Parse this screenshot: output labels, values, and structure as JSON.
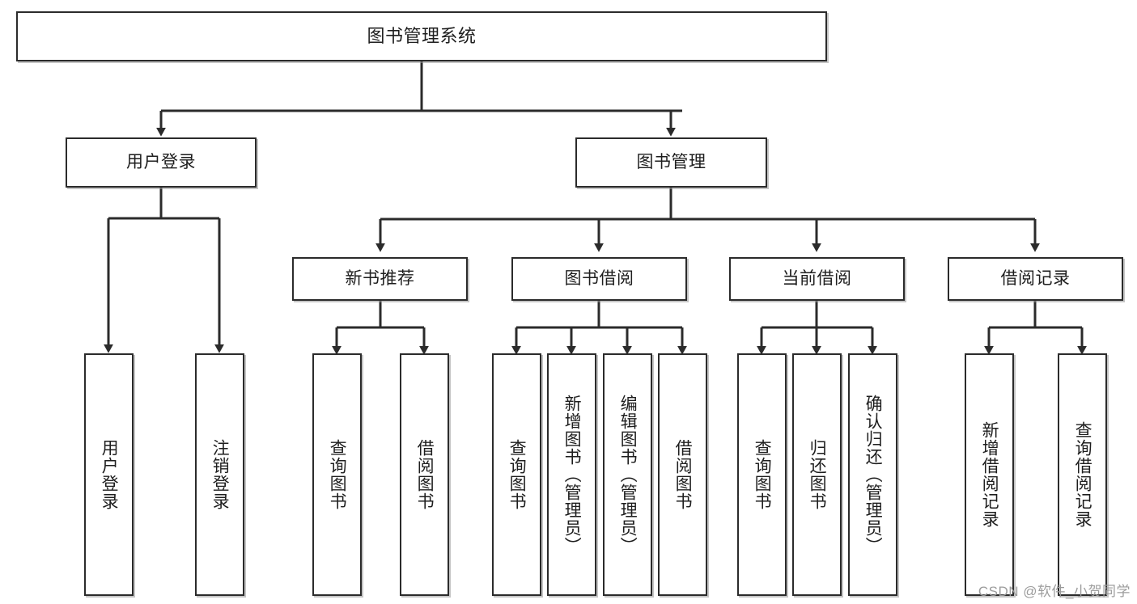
{
  "diagram": {
    "kind": "tree-hierarchy-chart",
    "title": "图书管理系统",
    "watermark": "CSDN @软件_小贺同学",
    "colors": {
      "box_border": "#2b2b2b",
      "box_fill": "#ffffff",
      "connector": "#2b2b2b",
      "text": "#1e1e1e",
      "watermark": "#9c9c9c",
      "background": "#ffffff"
    },
    "root": {
      "id": "root",
      "label": "图书管理系统"
    },
    "level2": [
      {
        "id": "user-login",
        "label": "用户登录"
      },
      {
        "id": "book-manage",
        "label": "图书管理"
      }
    ],
    "level3": [
      {
        "id": "new-book-rec",
        "label": "新书推荐",
        "parent": "book-manage"
      },
      {
        "id": "book-borrow",
        "label": "图书借阅",
        "parent": "book-manage"
      },
      {
        "id": "current-borrow",
        "label": "当前借阅",
        "parent": "book-manage"
      },
      {
        "id": "borrow-record",
        "label": "借阅记录",
        "parent": "book-manage"
      }
    ],
    "leaves": {
      "user_login": [
        {
          "id": "leaf-user-login",
          "label": "用户登录"
        },
        {
          "id": "leaf-user-logout",
          "label": "注销登录"
        }
      ],
      "new_book_rec": [
        {
          "id": "leaf-query-book-1",
          "label": "查询图书"
        },
        {
          "id": "leaf-borrow-book-1",
          "label": "借阅图书"
        }
      ],
      "book_borrow": [
        {
          "id": "leaf-query-book-2",
          "label": "查询图书"
        },
        {
          "id": "leaf-add-book",
          "label": "新增图书（管理员）"
        },
        {
          "id": "leaf-edit-book",
          "label": "编辑图书（管理员）"
        },
        {
          "id": "leaf-borrow-book-2",
          "label": "借阅图书"
        }
      ],
      "current_borrow": [
        {
          "id": "leaf-query-book-3",
          "label": "查询图书"
        },
        {
          "id": "leaf-return-book",
          "label": "归还图书"
        },
        {
          "id": "leaf-confirm-return",
          "label": "确认归还（管理员）"
        }
      ],
      "borrow_record": [
        {
          "id": "leaf-add-record",
          "label": "新增借阅记录"
        },
        {
          "id": "leaf-query-record",
          "label": "查询借阅记录"
        }
      ]
    }
  }
}
